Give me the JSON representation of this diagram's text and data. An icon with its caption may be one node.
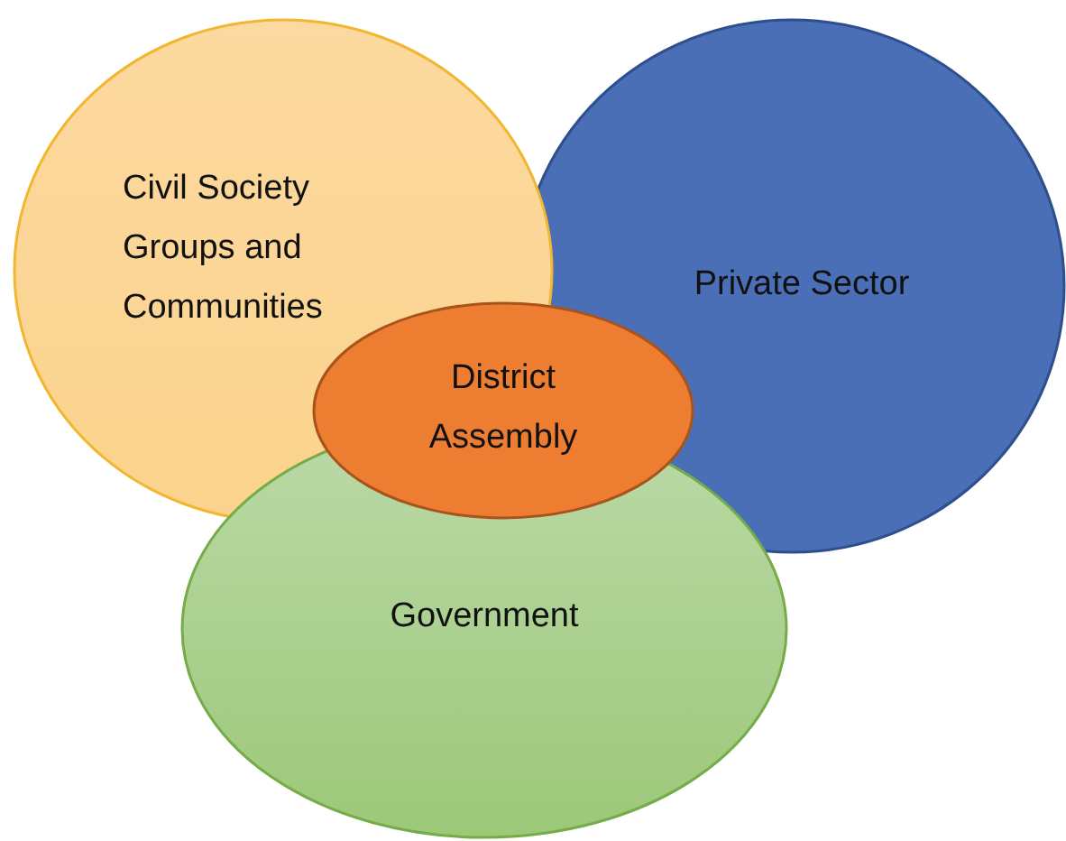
{
  "diagram": {
    "nodes": [
      {
        "text": [
          "Civil Society Groups and Communities"
        ]
      },
      {
        "text": [
          "Private Sector"
        ]
      },
      {
        "text": [
          "District Assembly"
        ]
      },
      {
        "text": [
          "Government"
        ]
      }
    ]
  }
}
